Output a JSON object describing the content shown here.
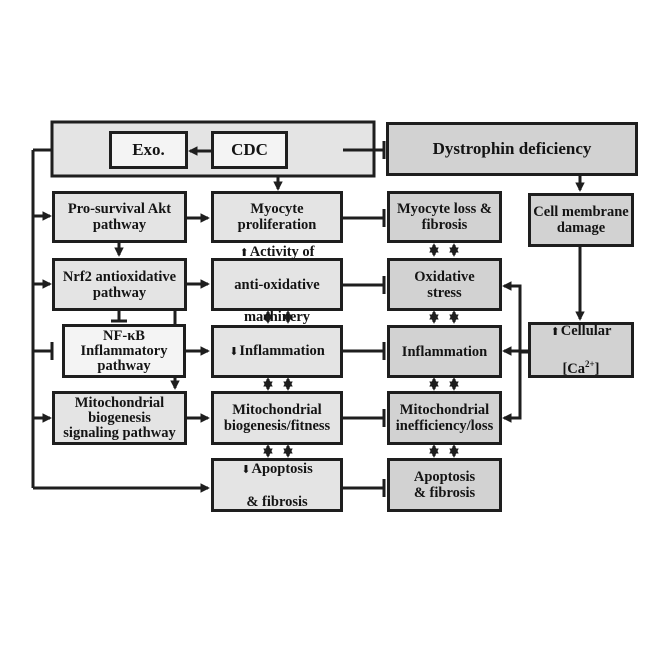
{
  "diagram": {
    "nodes": {
      "exo": "Exo.",
      "cdc": "CDC",
      "dystrophin": "Dystrophin deficiency",
      "akt": "Pro-survival Akt\npathway",
      "myocyte_prolif": "Myocyte\nproliferation",
      "myocyte_loss": "Myocyte loss &\nfibrosis",
      "membrane": "Cell membrane\ndamage",
      "nrf2": "Nrf2 antioxidative\npathway",
      "antiox_l1": "Activity of",
      "antiox_l2": "anti-oxidative",
      "antiox_l3": "machinery",
      "ox_stress": "Oxidative\nstress",
      "nfkb": "NF-κB\nInflammatory\npathway",
      "inflam_dec": "Inflammation",
      "inflam": "Inflammation",
      "calcium_l1": "Cellular",
      "calcium_l2": "[Ca",
      "calcium_sup": "2+",
      "calcium_l3": "]",
      "mito_signal": "Mitochondrial\nbiogenesis\nsignaling pathway",
      "mito_fit": "Mitochondrial\nbiogenesis/fitness",
      "mito_loss": "Mitochondrial\ninefficiency/loss",
      "apop_dec_l1": "Apoptosis",
      "apop_dec_l2": "& fibrosis",
      "apop": "Apoptosis\n& fibrosis"
    }
  }
}
